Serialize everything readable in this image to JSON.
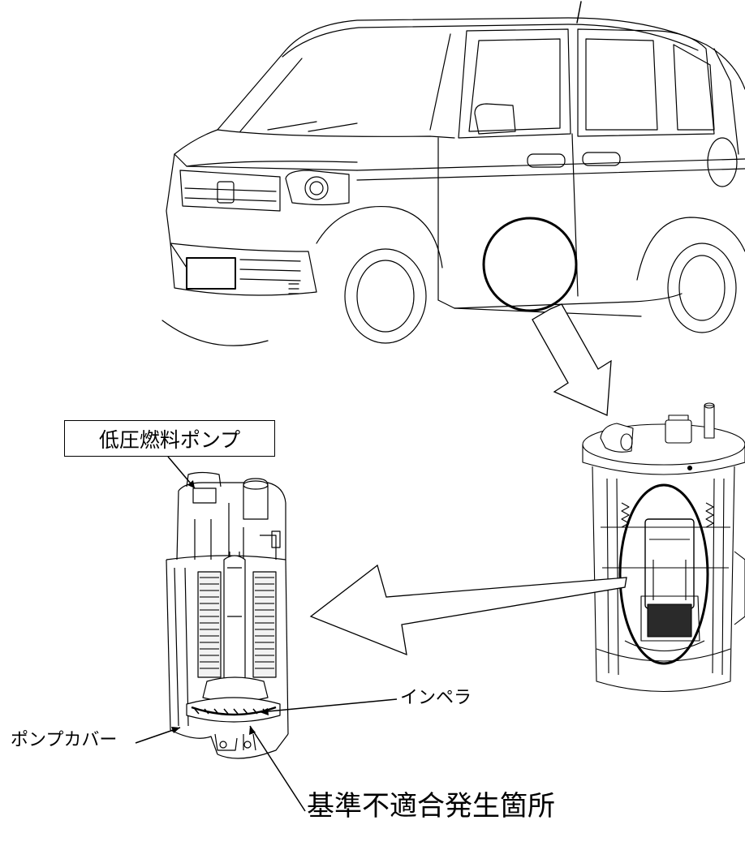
{
  "labels": {
    "low_pressure_fuel_pump": "低圧燃料ポンプ",
    "impeller": "インペラ",
    "pump_cover": "ポンプカバー",
    "defect_location": "基準不適合発生箇所"
  },
  "colors": {
    "line": "#000000",
    "detail_line": "#444444",
    "background": "#ffffff",
    "motor_dark": "#2a2a2a"
  }
}
